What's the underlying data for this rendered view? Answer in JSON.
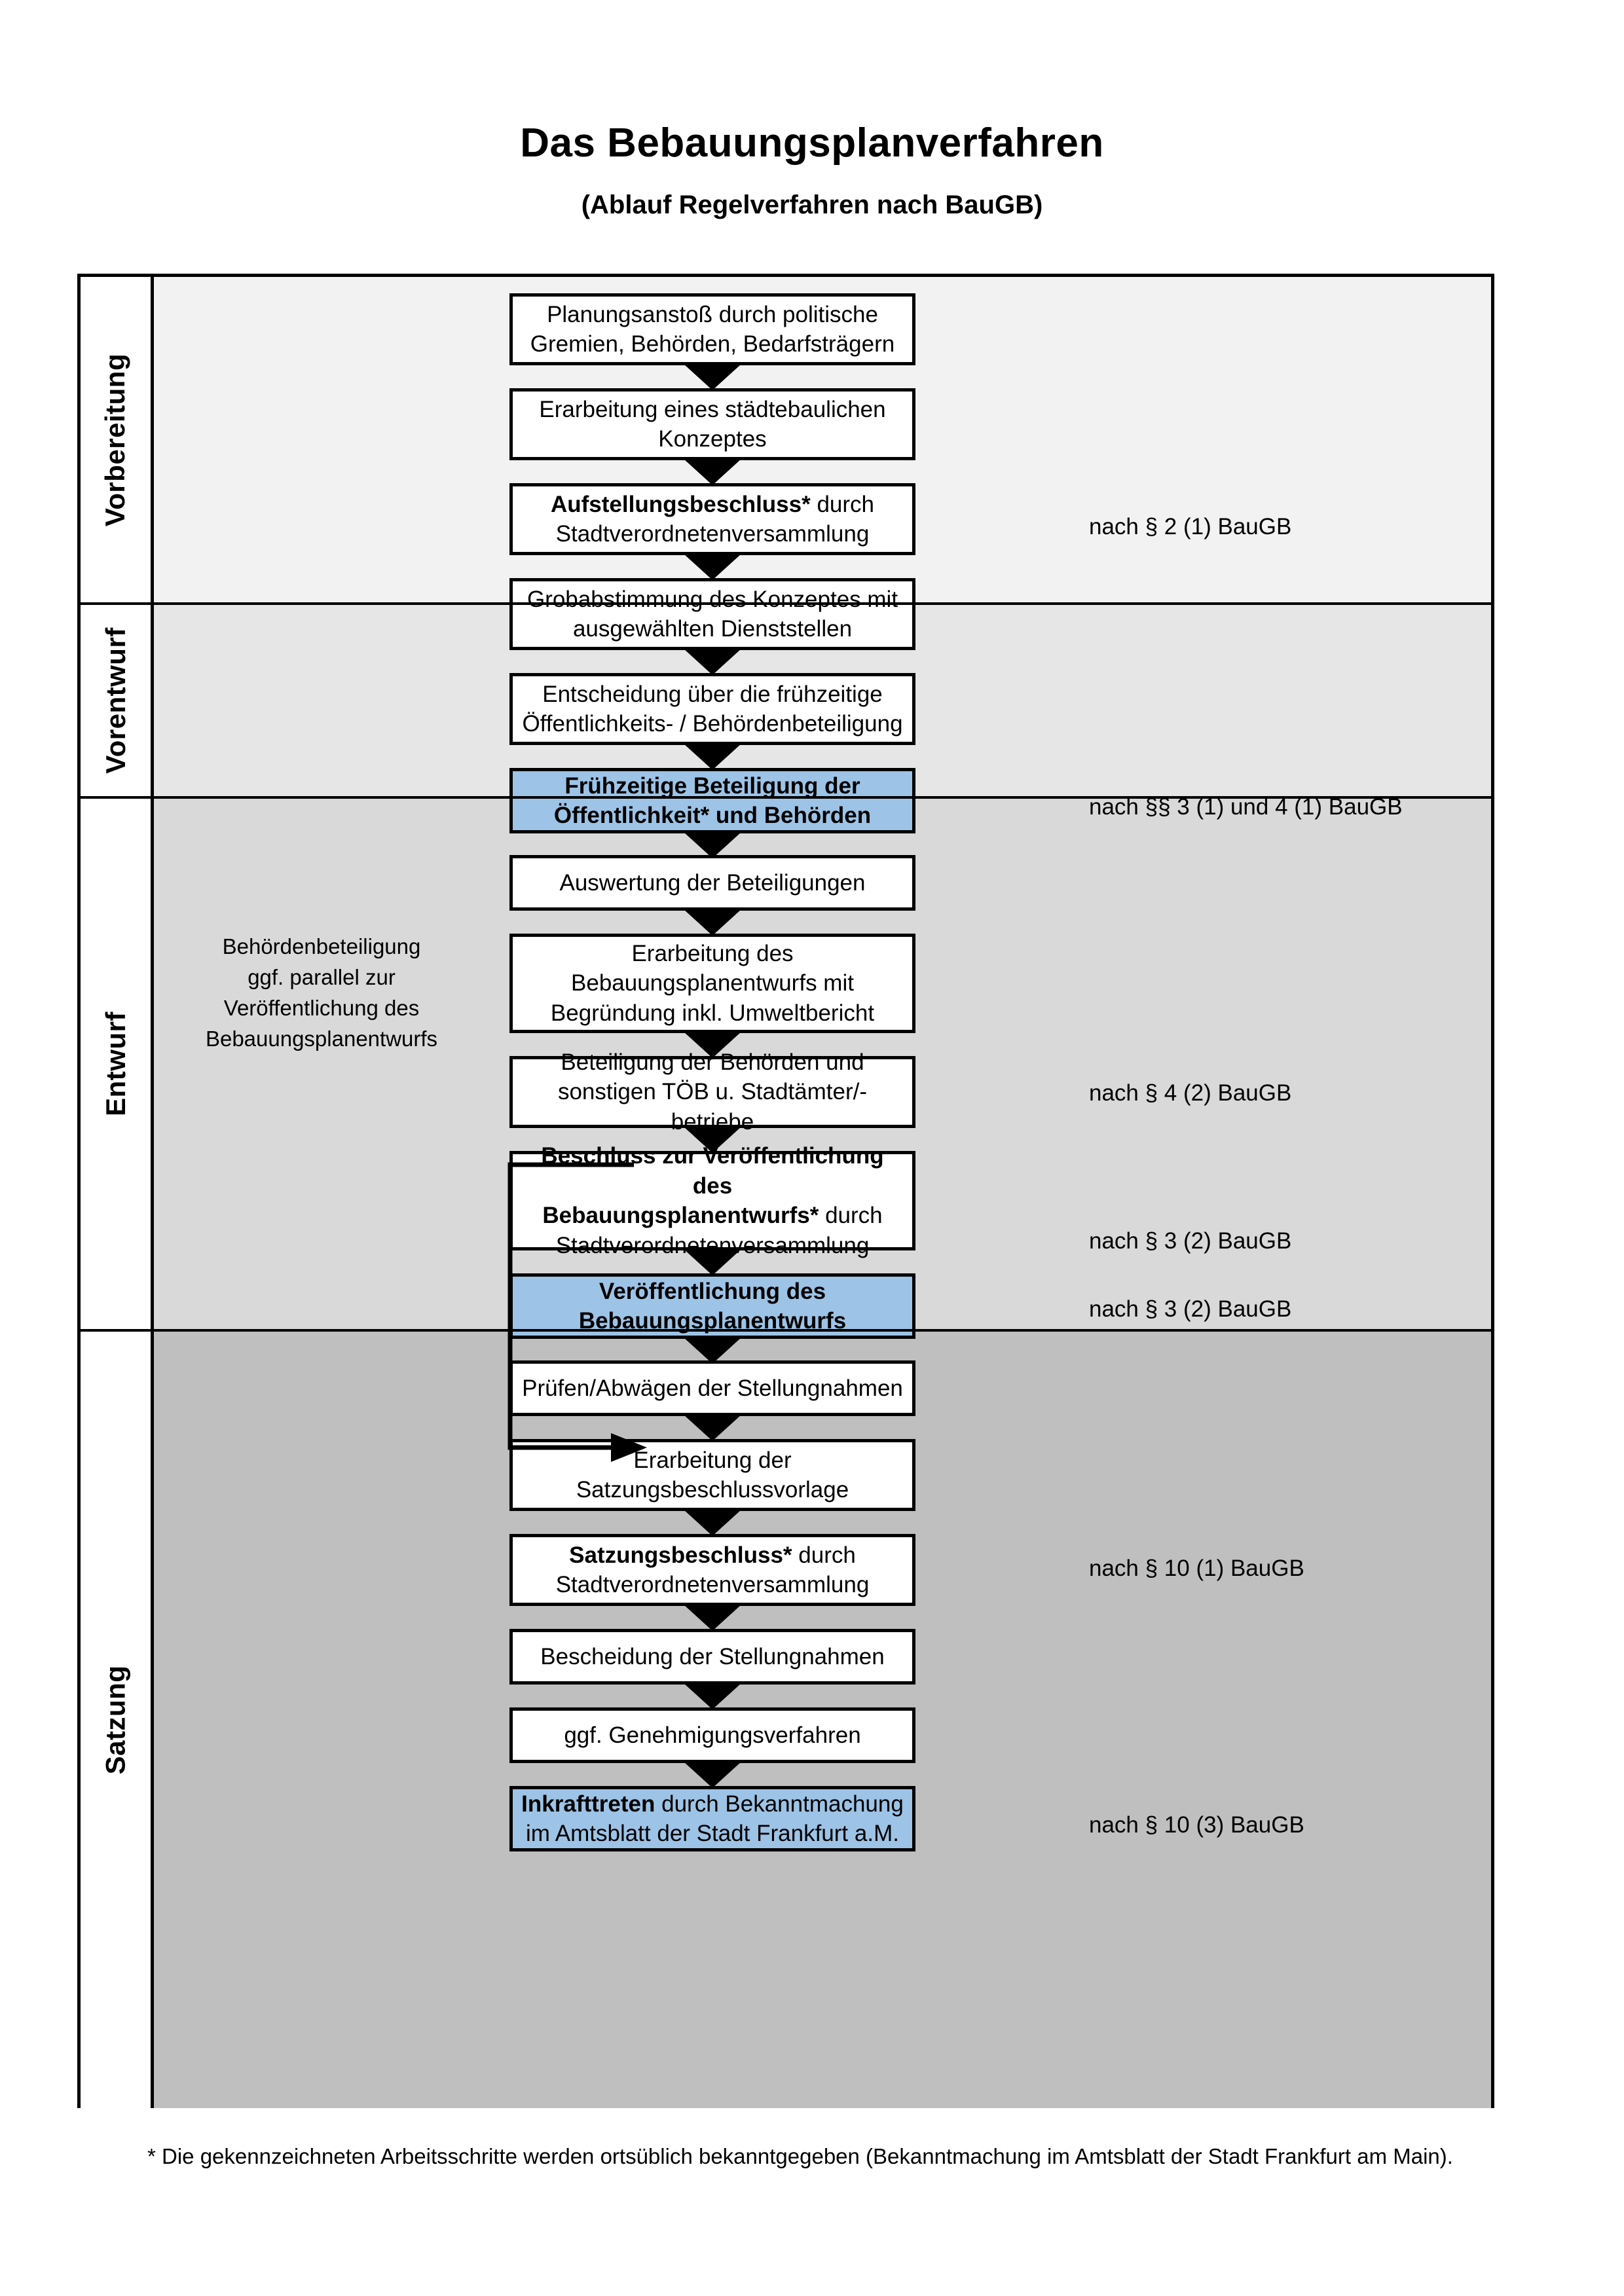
{
  "document": {
    "title": "Das Bebauungsplanverfahren",
    "subtitle": "(Ablauf Regelverfahren nach BauGB)",
    "footnote": "* Die gekennzeichneten Arbeitsschritte werden ortsüblich bekanntgegeben (Bekanntmachung im Amtsblatt  der Stadt Frankfurt am Main)."
  },
  "colors": {
    "highlight_blue": "#9DC3E6",
    "phase_1_bg": "#F2F2F2",
    "phase_2_bg": "#E6E6E6",
    "phase_3_bg": "#D9D9D9",
    "phase_4_bg": "#BFBFBF",
    "border": "#000000"
  },
  "phases": [
    {
      "label": "Vorbereitung"
    },
    {
      "label": "Vorentwurf"
    },
    {
      "label": "Entwurf"
    },
    {
      "label": "Satzung"
    }
  ],
  "steps": [
    {
      "id": "planungsanstoss",
      "lines": [
        "Planungsanstoß durch politische",
        "Gremien, Behörden, Bedarfsträgern"
      ],
      "bold_prefix": "",
      "highlight": false
    },
    {
      "id": "staedtebauliches-konzept",
      "lines": [
        "Erarbeitung eines städtebaulichen",
        "Konzeptes"
      ],
      "bold_prefix": "",
      "highlight": false
    },
    {
      "id": "aufstellungsbeschluss",
      "lines": [
        "Aufstellungsbeschluss* durch",
        "Stadtverordnetenversammlung"
      ],
      "bold_prefix": "Aufstellungsbeschluss*",
      "highlight": false
    },
    {
      "id": "grobabstimmung",
      "lines": [
        "Grobabstimmung des Konzeptes mit",
        "ausgewählten Dienststellen"
      ],
      "bold_prefix": "",
      "highlight": false
    },
    {
      "id": "entscheidung-fruehzeitige-beteiligung",
      "lines": [
        "Entscheidung über die frühzeitige",
        "Öffentlichkeits- / Behördenbeteiligung"
      ],
      "bold_prefix": "",
      "highlight": false
    },
    {
      "id": "fruehzeitige-beteiligung",
      "lines": [
        "Frühzeitige Beteiligung der",
        "Öffentlichkeit* und Behörden"
      ],
      "bold_prefix": "ALL",
      "highlight": true
    },
    {
      "id": "auswertung-beteiligungen",
      "lines": [
        "Auswertung der Beteiligungen"
      ],
      "bold_prefix": "",
      "highlight": false
    },
    {
      "id": "erarbeitung-bebauungsplanentwurf",
      "lines": [
        "Erarbeitung des",
        "Bebauungsplanentwurfs mit",
        "Begründung inkl. Umweltbericht"
      ],
      "bold_prefix": "",
      "highlight": false
    },
    {
      "id": "beteiligung-behoerden-toeb",
      "lines": [
        "Beteiligung der Behörden und",
        "sonstigen TÖB u. Stadtämter/-betriebe"
      ],
      "bold_prefix": "",
      "highlight": false
    },
    {
      "id": "beschluss-veroeffentlichung",
      "lines": [
        "Beschluss zur Veröffentlichung des",
        "Bebauungsplanentwurfs* durch",
        "Stadtverordnetenversammlung"
      ],
      "bold_prefix": "Beschluss zur Veröffentlichung des Bebauungsplanentwurfs*",
      "highlight": false
    },
    {
      "id": "veroeffentlichung-entwurf",
      "lines": [
        "Veröffentlichung des",
        "Bebauungsplanentwurfs"
      ],
      "bold_prefix": "ALL",
      "highlight": true
    },
    {
      "id": "pruefen-abwaegen",
      "lines": [
        "Prüfen/Abwägen der Stellungnahmen"
      ],
      "bold_prefix": "",
      "highlight": false
    },
    {
      "id": "satzungsbeschlussvorlage",
      "lines": [
        "Erarbeitung der",
        "Satzungsbeschlussvorlage"
      ],
      "bold_prefix": "",
      "highlight": false
    },
    {
      "id": "satzungsbeschluss",
      "lines": [
        "Satzungsbeschluss* durch",
        "Stadtverordnetenversammlung"
      ],
      "bold_prefix": "Satzungsbeschluss*",
      "highlight": false
    },
    {
      "id": "bescheidung-stellungnahmen",
      "lines": [
        "Bescheidung der Stellungnahmen"
      ],
      "bold_prefix": "",
      "highlight": false
    },
    {
      "id": "genehmigungsverfahren",
      "lines": [
        "ggf. Genehmigungsverfahren"
      ],
      "bold_prefix": "",
      "highlight": false
    },
    {
      "id": "inkrafttreten",
      "lines": [
        "Inkrafttreten durch Bekanntmachung",
        "im Amtsblatt der Stadt Frankfurt a.M."
      ],
      "bold_prefix": "Inkrafttreten",
      "highlight": true
    }
  ],
  "legal_refs": [
    {
      "id": "ref-par2-1",
      "text": "nach § 2 (1) BauGB"
    },
    {
      "id": "ref-par3-1-4-1",
      "text": "nach §§ 3 (1) und 4 (1) BauGB"
    },
    {
      "id": "ref-par4-2",
      "text": "nach § 4 (2) BauGB"
    },
    {
      "id": "ref-par3-2-a",
      "text": "nach § 3 (2) BauGB"
    },
    {
      "id": "ref-par3-2-b",
      "text": "nach § 3 (2) BauGB"
    },
    {
      "id": "ref-par10-1",
      "text": "nach § 10 (1) BauGB"
    },
    {
      "id": "ref-par10-3",
      "text": "nach § 10 (3) BauGB"
    }
  ],
  "side_note": {
    "lines": [
      "Behördenbeteiligung",
      "ggf. parallel zur",
      "Veröffentlichung des",
      "Bebauungsplanentwurfs"
    ]
  }
}
